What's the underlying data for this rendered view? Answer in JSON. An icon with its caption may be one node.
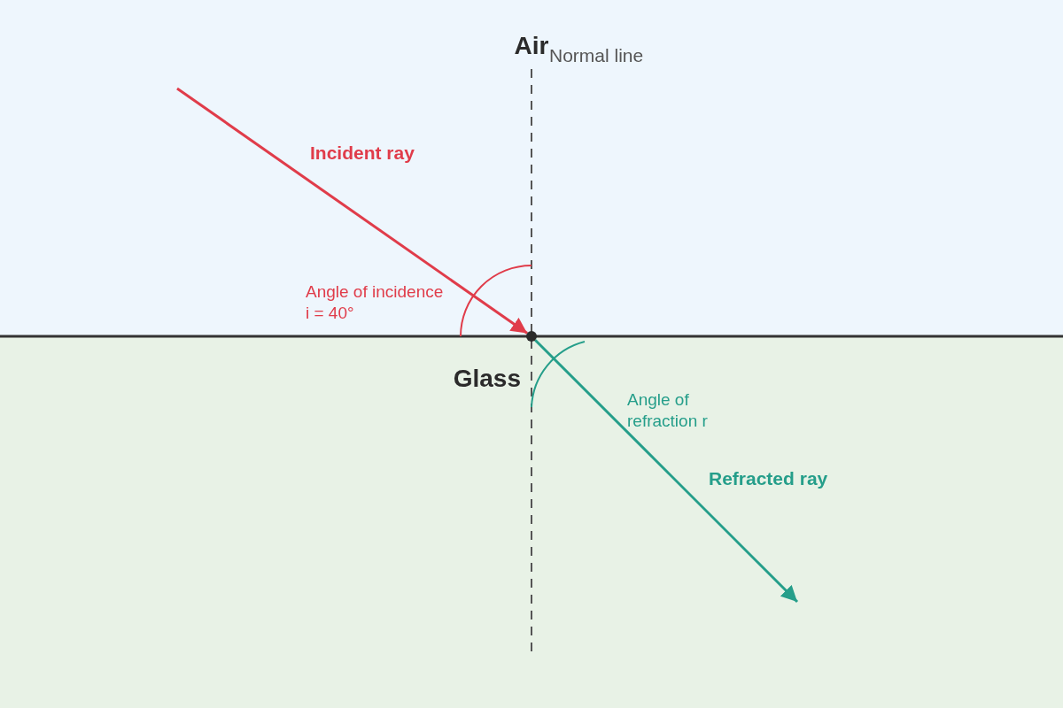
{
  "diagram": {
    "nodes": [
      {
        "text": [
          "Air"
        ]
      },
      {
        "text": [
          "Glass"
        ]
      },
      {
        "text": [],
        "shape": "circle"
      }
    ],
    "edges": [
      {
        "from": 0,
        "to": 2,
        "arrow": "to",
        "label": "Incident ray",
        "color": "#e03c4a"
      },
      {
        "from": 2,
        "to": 1,
        "arrow": "to",
        "label": "Refracted ray",
        "color": "#259e8a"
      }
    ],
    "labels": [
      "Normal line",
      "Angle of incidence i = 40°",
      "Angle of refraction r"
    ]
  }
}
